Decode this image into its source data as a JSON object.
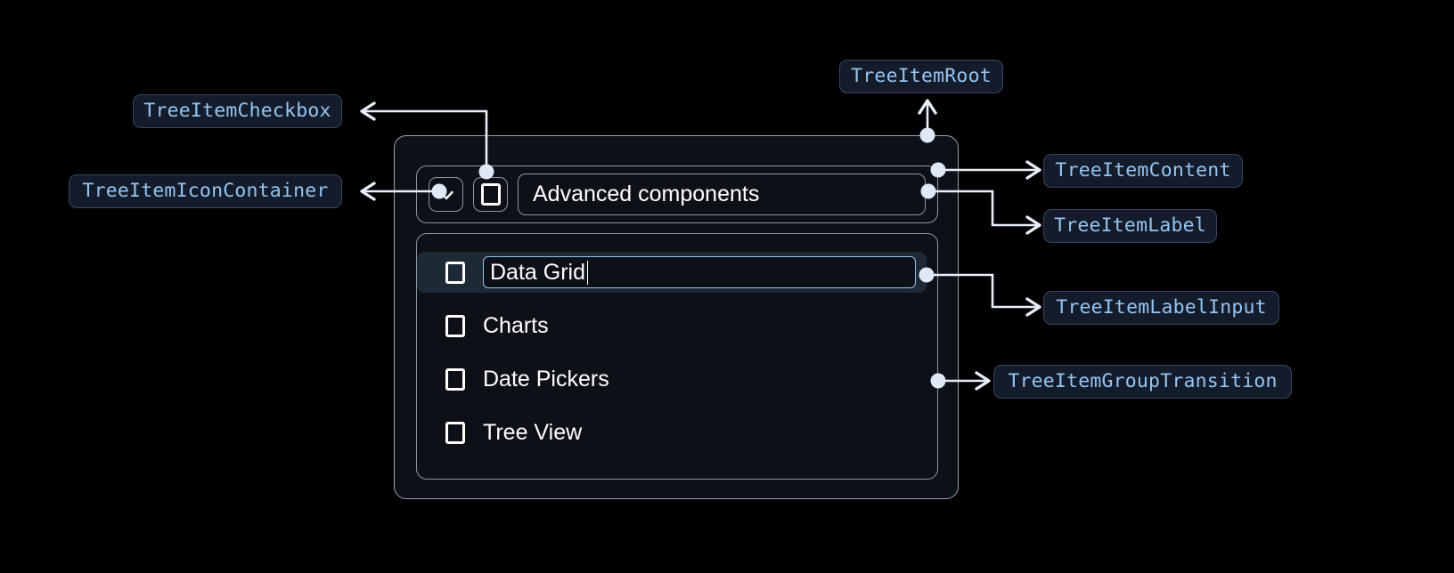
{
  "annotations": [
    {
      "key": "checkbox",
      "label": "TreeItemCheckbox"
    },
    {
      "key": "icon_container",
      "label": "TreeItemIconContainer"
    },
    {
      "key": "root",
      "label": "TreeItemRoot"
    },
    {
      "key": "content",
      "label": "TreeItemContent"
    },
    {
      "key": "label",
      "label": "TreeItemLabel"
    },
    {
      "key": "label_input",
      "label": "TreeItemLabelInput"
    },
    {
      "key": "group_transition",
      "label": "TreeItemGroupTransition"
    }
  ],
  "tree": {
    "root_item": {
      "label": "Advanced components",
      "expand_icon": "chevron-down-icon",
      "checkbox_state": "unchecked"
    },
    "children": [
      {
        "label": "Data Grid",
        "editing": true,
        "checkbox_state": "unchecked"
      },
      {
        "label": "Charts",
        "editing": false,
        "checkbox_state": "unchecked"
      },
      {
        "label": "Date Pickers",
        "editing": false,
        "checkbox_state": "unchecked"
      },
      {
        "label": "Tree View",
        "editing": false,
        "checkbox_state": "unchecked"
      }
    ]
  },
  "colors": {
    "background": "#000000",
    "card_bg": "#0d1117",
    "card_border": "#9aa3ad",
    "pill_bg": "#141c2b",
    "pill_border": "#37465e",
    "pill_text": "#94c5f2",
    "connector": "#e8eef7",
    "selected_row": "#1e2936",
    "input_border": "#92c2ea",
    "text": "#ffffff"
  }
}
